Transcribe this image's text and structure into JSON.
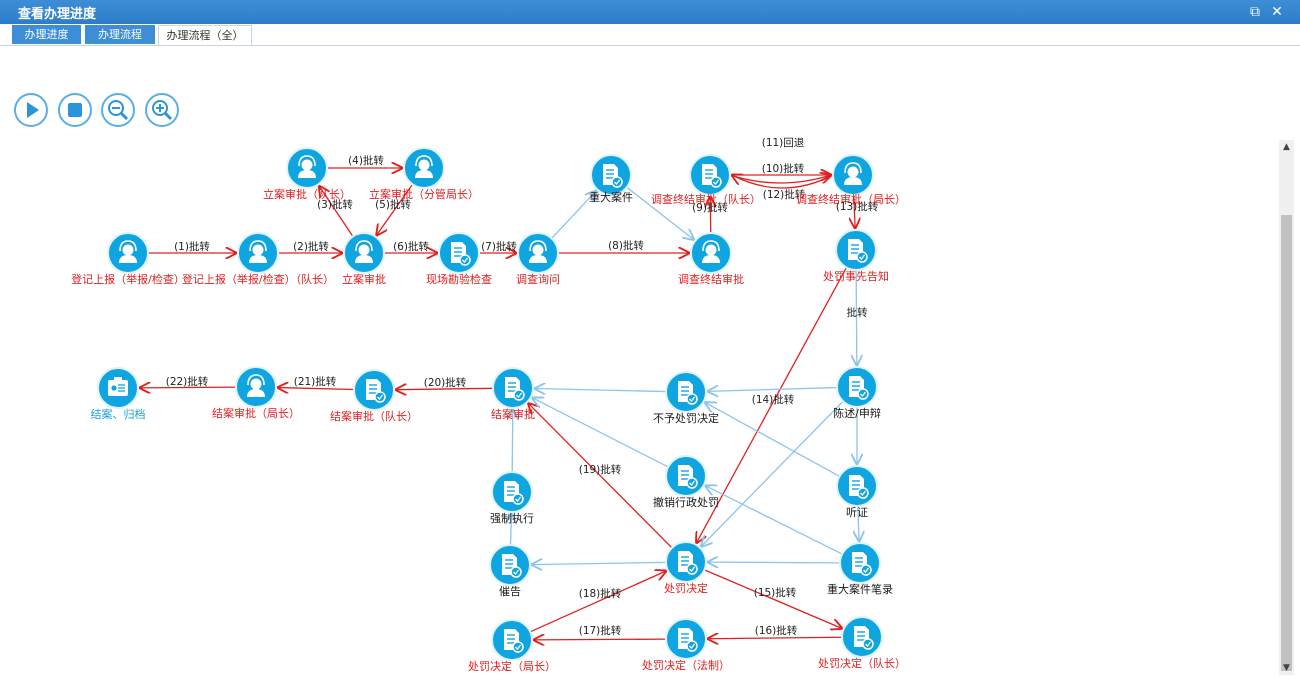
{
  "window": {
    "title": "查看办理进度",
    "restore_glyph": "⧉",
    "close_glyph": "✕"
  },
  "tabs": [
    {
      "label": "办理进度"
    },
    {
      "label": "办理流程"
    },
    {
      "label": "办理流程（全）"
    }
  ],
  "controls": [
    {
      "name": "play-icon"
    },
    {
      "name": "stop-icon"
    },
    {
      "name": "zoom-out-icon"
    },
    {
      "name": "zoom-in-icon"
    }
  ],
  "colors": {
    "done": "#e02020",
    "pending": "#1a1a1a",
    "final": "#1a9ee0",
    "line_done": "#e02020",
    "line_pending": "#8ec3ec",
    "node": "#0ea5e0"
  },
  "scrollbar": {
    "up": "▲",
    "down": "▼"
  },
  "nodes": [
    {
      "id": "n1",
      "label": "登记上报（举报/检查）",
      "icon": "user",
      "state": "done"
    },
    {
      "id": "n2",
      "label": "登记上报（举报/检查）（队长）",
      "icon": "user",
      "state": "done"
    },
    {
      "id": "n3",
      "label": "立案审批（队长）",
      "icon": "user",
      "state": "done"
    },
    {
      "id": "n4",
      "label": "立案审批（分管局长）",
      "icon": "user",
      "state": "done"
    },
    {
      "id": "n5",
      "label": "立案审批",
      "icon": "user",
      "state": "done"
    },
    {
      "id": "n6",
      "label": "现场勘验检查",
      "icon": "doc",
      "state": "done"
    },
    {
      "id": "n7",
      "label": "调查询问",
      "icon": "user",
      "state": "done"
    },
    {
      "id": "n8",
      "label": "重大案件",
      "icon": "doc",
      "state": "pending"
    },
    {
      "id": "n9",
      "label": "调查终结审批",
      "icon": "user",
      "state": "done"
    },
    {
      "id": "n10",
      "label": "调查终结审批（队长）",
      "icon": "doc",
      "state": "done"
    },
    {
      "id": "n11",
      "label": "调查终结审批（局长）",
      "icon": "user",
      "state": "done"
    },
    {
      "id": "n12",
      "label": "处罚事先告知",
      "icon": "doc",
      "state": "done"
    },
    {
      "id": "n13",
      "label": "陈述/申辩",
      "icon": "doc",
      "state": "pending"
    },
    {
      "id": "n14",
      "label": "不予处罚决定",
      "icon": "doc",
      "state": "pending"
    },
    {
      "id": "n15",
      "label": "结案审批",
      "icon": "doc",
      "state": "done"
    },
    {
      "id": "n16",
      "label": "结案审批（队长）",
      "icon": "doc",
      "state": "done"
    },
    {
      "id": "n17",
      "label": "结案审批（局长）",
      "icon": "user",
      "state": "done"
    },
    {
      "id": "n18",
      "label": "结案、归档",
      "icon": "archive",
      "state": "final"
    },
    {
      "id": "n19",
      "label": "撤销行政处罚",
      "icon": "doc",
      "state": "pending"
    },
    {
      "id": "n20",
      "label": "听证",
      "icon": "doc",
      "state": "pending"
    },
    {
      "id": "n21",
      "label": "强制执行",
      "icon": "doc",
      "state": "pending"
    },
    {
      "id": "n22",
      "label": "处罚决定",
      "icon": "doc",
      "state": "done"
    },
    {
      "id": "n23",
      "label": "重大案件笔录",
      "icon": "doc",
      "state": "pending"
    },
    {
      "id": "n24",
      "label": "催告",
      "icon": "doc",
      "state": "pending"
    },
    {
      "id": "n25",
      "label": "处罚决定（局长）",
      "icon": "doc",
      "state": "done"
    },
    {
      "id": "n26",
      "label": "处罚决定（法制）",
      "icon": "doc",
      "state": "done"
    },
    {
      "id": "n27",
      "label": "处罚决定（队长）",
      "icon": "doc",
      "state": "done"
    }
  ],
  "edges": [
    {
      "from": "n1",
      "to": "n2",
      "label": "(1)批转",
      "state": "done"
    },
    {
      "from": "n2",
      "to": "n5",
      "label": "(2)批转",
      "state": "done"
    },
    {
      "from": "n5",
      "to": "n3",
      "label": "(3)批转",
      "state": "done"
    },
    {
      "from": "n3",
      "to": "n4",
      "label": "(4)批转",
      "state": "done"
    },
    {
      "from": "n4",
      "to": "n5",
      "label": "(5)批转",
      "state": "done"
    },
    {
      "from": "n5",
      "to": "n6",
      "label": "(6)批转",
      "state": "done"
    },
    {
      "from": "n6",
      "to": "n7",
      "label": "(7)批转",
      "state": "done"
    },
    {
      "from": "n7",
      "to": "n9",
      "label": "(8)批转",
      "state": "done"
    },
    {
      "from": "n9",
      "to": "n10",
      "label": "(9)批转",
      "state": "done"
    },
    {
      "from": "n10",
      "to": "n11",
      "label": "(10)批转",
      "state": "done"
    },
    {
      "from": "n11",
      "to": "n10",
      "label": "(11)回退",
      "state": "done"
    },
    {
      "from": "n10",
      "to": "n11",
      "label": "(12)批转",
      "state": "done"
    },
    {
      "from": "n11",
      "to": "n12",
      "label": "(13)批转",
      "state": "done"
    },
    {
      "from": "n12",
      "to": "n22",
      "label": "(14)批转",
      "state": "done"
    },
    {
      "from": "n22",
      "to": "n27",
      "label": "(15)批转",
      "state": "done"
    },
    {
      "from": "n27",
      "to": "n26",
      "label": "(16)批转",
      "state": "done"
    },
    {
      "from": "n26",
      "to": "n25",
      "label": "(17)批转",
      "state": "done"
    },
    {
      "from": "n25",
      "to": "n22",
      "label": "(18)批转",
      "state": "done"
    },
    {
      "from": "n22",
      "to": "n15",
      "label": "(19)批转",
      "state": "done"
    },
    {
      "from": "n15",
      "to": "n16",
      "label": "(20)批转",
      "state": "done"
    },
    {
      "from": "n16",
      "to": "n17",
      "label": "(21)批转",
      "state": "done"
    },
    {
      "from": "n17",
      "to": "n18",
      "label": "(22)批转",
      "state": "done"
    },
    {
      "from": "n12",
      "to": "n13",
      "label": "批转",
      "state": "pending"
    },
    {
      "from": "n7",
      "to": "n8",
      "label": "",
      "state": "pending"
    },
    {
      "from": "n8",
      "to": "n9",
      "label": "",
      "state": "pending"
    },
    {
      "from": "n13",
      "to": "n14",
      "label": "",
      "state": "pending"
    },
    {
      "from": "n13",
      "to": "n20",
      "label": "",
      "state": "pending"
    },
    {
      "from": "n13",
      "to": "n22",
      "label": "",
      "state": "pending"
    },
    {
      "from": "n14",
      "to": "n15",
      "label": "",
      "state": "pending"
    },
    {
      "from": "n20",
      "to": "n14",
      "label": "",
      "state": "pending"
    },
    {
      "from": "n20",
      "to": "n23",
      "label": "",
      "state": "pending"
    },
    {
      "from": "n23",
      "to": "n19",
      "label": "",
      "state": "pending"
    },
    {
      "from": "n23",
      "to": "n22",
      "label": "",
      "state": "pending"
    },
    {
      "from": "n19",
      "to": "n15",
      "label": "",
      "state": "pending"
    },
    {
      "from": "n22",
      "to": "n24",
      "label": "",
      "state": "pending"
    },
    {
      "from": "n24",
      "to": "n21",
      "label": "",
      "state": "pending"
    },
    {
      "from": "n21",
      "to": "n15",
      "label": "",
      "state": "pending"
    }
  ]
}
